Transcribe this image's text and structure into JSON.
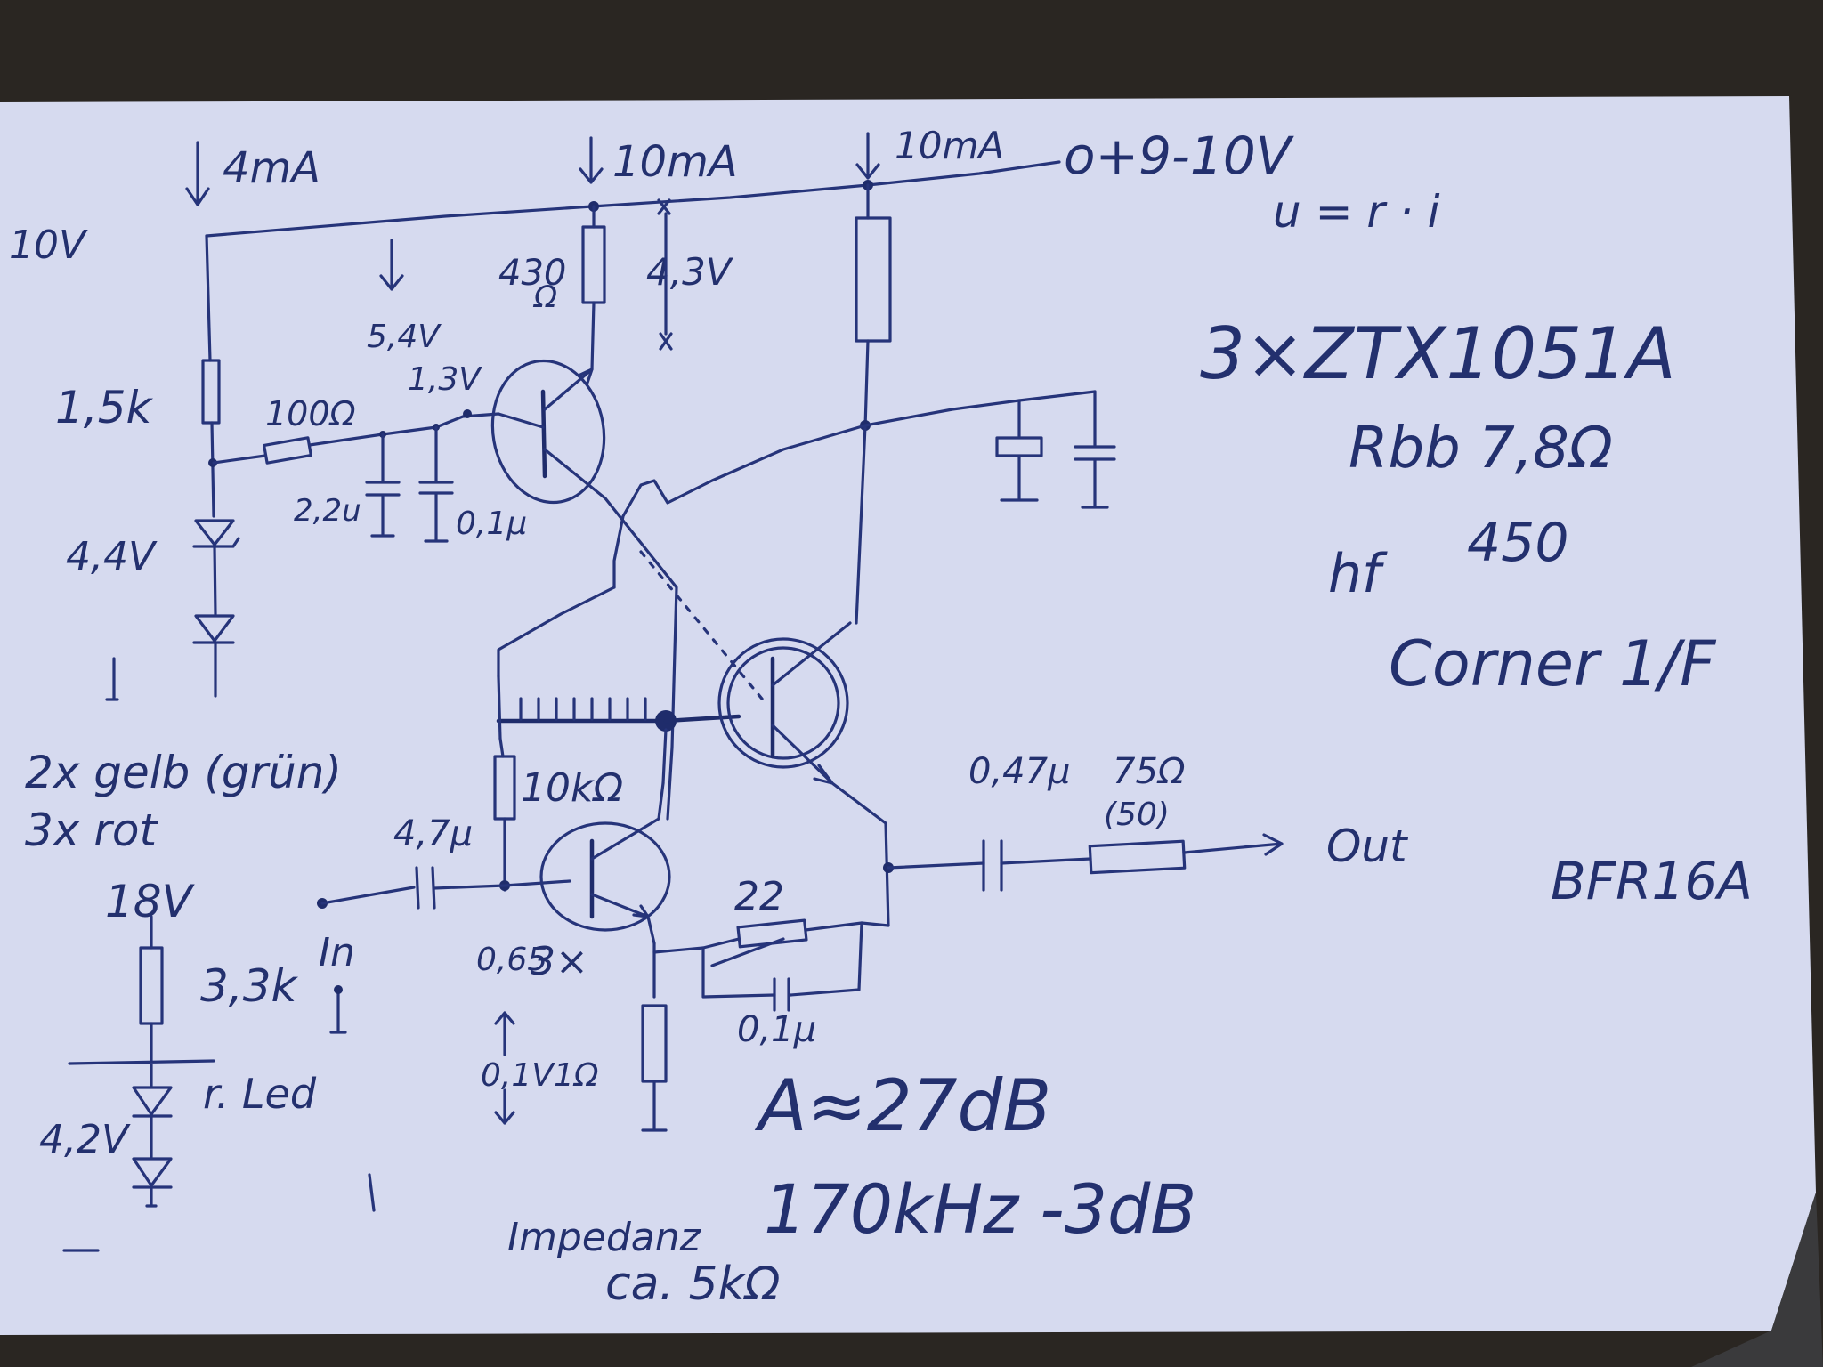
{
  "colors": {
    "paper": "#d7dbf0",
    "ink": "#26347a",
    "background": "#2b2724"
  },
  "labels": {
    "supply_left_current": "4mA",
    "supply_mid_current": "10mA",
    "supply_right_current": "10mA",
    "supply_voltage": "o+9-10V",
    "left_voltage": "10V",
    "r1": "1,5k",
    "r_series": "100Ω",
    "v_node": "5,4V",
    "v_base": "1,3V",
    "c1": "2,2u",
    "c2": "0,1μ",
    "zener_v": "4,4V",
    "r430": "430",
    "r430_unit": "Ω",
    "v43": "4,3V",
    "formula": "u = r · i",
    "transistor_type": "3×ZTX1051A",
    "rbb": "Rbb 7,8Ω",
    "hfe_label": "hf",
    "hfe_value": "450",
    "corner": "Corner 1/F",
    "led_note_1": "2x gelb (grün)",
    "led_note_2": "3x rot",
    "v18": "18V",
    "r33k": "3,3k",
    "v42": "4,2V",
    "led_label": "r. Led",
    "r10k": "10kΩ",
    "c47u": "4,7μ",
    "in_label": "In",
    "v065": "0,65",
    "mult3": "3×",
    "v01": "0,1V",
    "r1ohm": "1Ω",
    "r22": "22",
    "c01": "0,1μ",
    "c047": "0,47μ",
    "r75": "75Ω",
    "r50": "(50)",
    "out_label": "Out",
    "bfr": "BFR16A",
    "gain": "A≈27dB",
    "bandwidth": "170kHz -3dB",
    "impedance_1": "Impedanz",
    "impedance_2": "ca. 5kΩ"
  }
}
